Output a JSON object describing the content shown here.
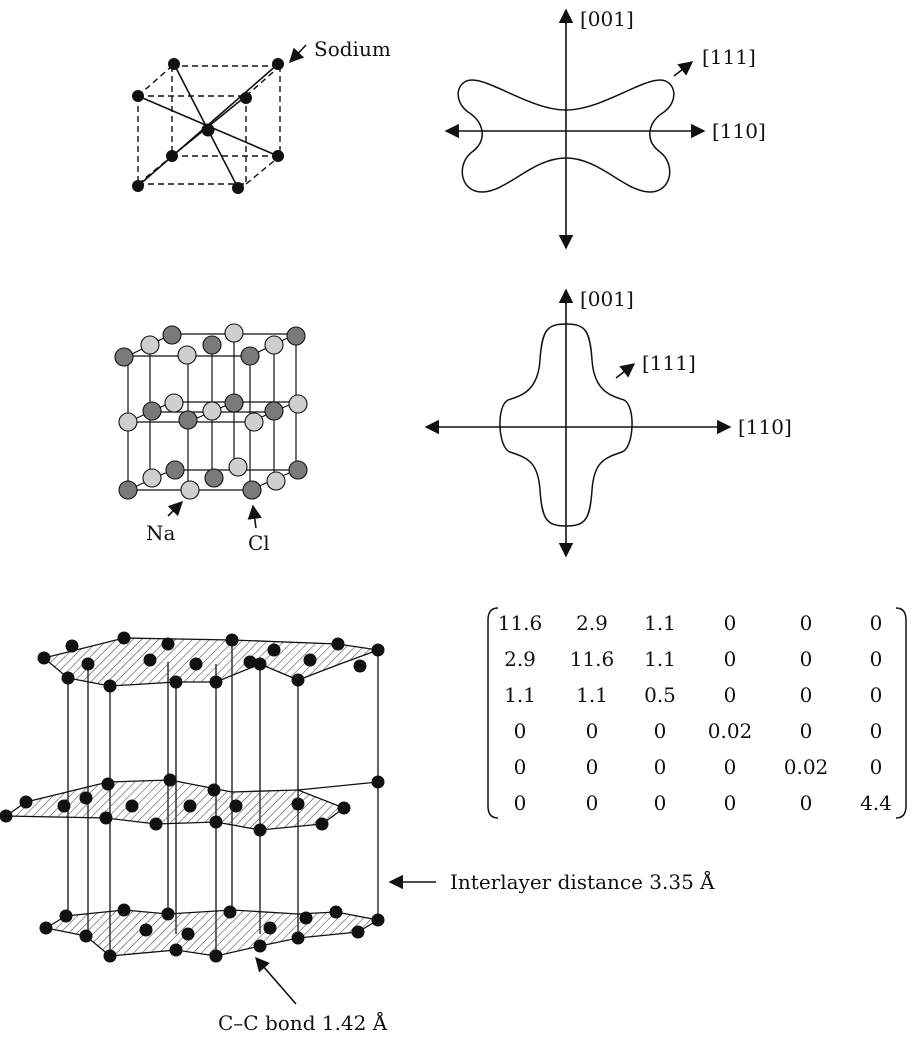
{
  "bcc": {
    "label": "Sodium"
  },
  "modulus1": {
    "axis_z": "[001]",
    "axis_diag": "[111]",
    "axis_x": "[110]"
  },
  "nacl": {
    "na_label": "Na",
    "cl_label": "Cl"
  },
  "modulus2": {
    "axis_z": "[001]",
    "axis_diag": "[111]",
    "axis_x": "[110]"
  },
  "matrix": {
    "rows": [
      [
        "11.6",
        "2.9",
        "1.1",
        "0",
        "0",
        "0"
      ],
      [
        "2.9",
        "11.6",
        "1.1",
        "0",
        "0",
        "0"
      ],
      [
        "1.1",
        "1.1",
        "0.5",
        "0",
        "0",
        "0"
      ],
      [
        "0",
        "0",
        "0",
        "0.02",
        "0",
        "0"
      ],
      [
        "0",
        "0",
        "0",
        "0",
        "0.02",
        "0"
      ],
      [
        "0",
        "0",
        "0",
        "0",
        "0",
        "4.4"
      ]
    ]
  },
  "graphite": {
    "interlayer_label": "Interlayer distance 3.35 Å",
    "bond_label": "C–C bond 1.42 Å"
  },
  "colors": {
    "ink": "#111111",
    "na_fill": "#cfcfcf",
    "cl_fill": "#7a7a7a"
  }
}
